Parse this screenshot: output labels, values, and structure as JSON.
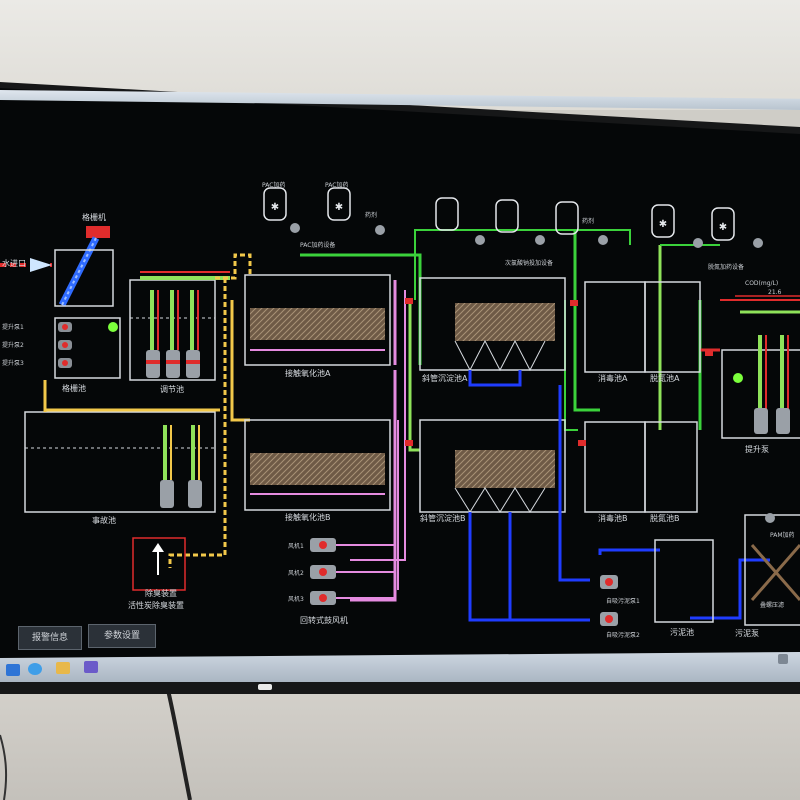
{
  "labels": {
    "water_inlet": "水进口",
    "grille_machine": "格栅机",
    "grille_tank": "格栅池",
    "adjust_tank": "调节池",
    "accident_tank": "事故池",
    "bio_tank_a": "接触氧化池A",
    "bio_tank_b": "接触氧化池B",
    "settle_a": "斜管沉淀池A",
    "settle_b": "斜管沉淀池B",
    "pac_a": "PAC加药",
    "pac_b": "PAC加药",
    "pac_device": "PAC加药设备",
    "chem_a": "药剂",
    "chem_b": "药剂",
    "disinfect_device": "次氯酸钠投加设备",
    "ad_tank_a": "消毒池A",
    "ad_tank_b": "消毒池B",
    "mixing_a": "脱氮池A",
    "mixing_b": "脱氮池B",
    "dosing_device": "脱氮加药设备",
    "cod_label": "COD(mg/L)",
    "cod_value": "21.6",
    "lift_pump": "提升泵",
    "deodorizer": "除臭装置",
    "deodorizer_sub": "活性炭除臭装置",
    "blower_1": "风机1",
    "blower_2": "风机2",
    "blower_3": "风机3",
    "blower_name": "回转式鼓风机",
    "sludge_pump_1": "自吸污泥泵1",
    "sludge_pump_2": "自吸污泥泵2",
    "sludge_tank": "污泥池",
    "sludge_pump": "污泥泵",
    "pam_device": "PAM加药",
    "filter_press": "叠螺压滤",
    "left_items": [
      "提升泵1",
      "提升泵2",
      "提升泵3"
    ]
  },
  "buttons": {
    "alarm_info": "报警信息",
    "param_settings": "参数设置"
  },
  "taskbar": {
    "icons": [
      "windows-start-icon",
      "ie-icon",
      "folder-icon",
      "media-icon",
      "app-icon"
    ]
  },
  "colors": {
    "pipe_green": "#3bd23b",
    "pipe_yellow": "#f2c84a",
    "pipe_pink": "#e58be0",
    "pipe_blue": "#1f3cff",
    "pipe_red": "#e02c2c",
    "pipe_lime": "#8fe25a",
    "tank_outline": "#d5d9de"
  }
}
